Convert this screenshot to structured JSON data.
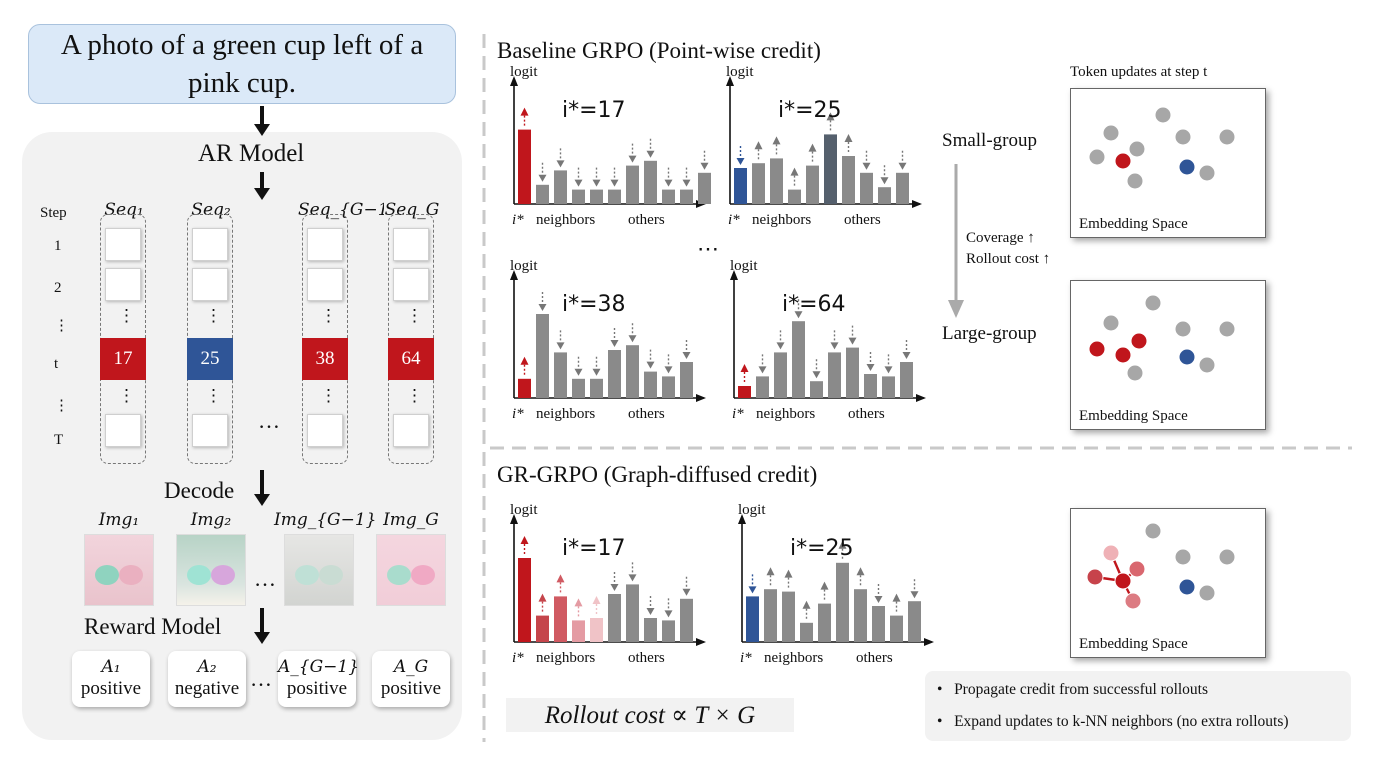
{
  "prompt": "A photo of a green cup left of a pink cup.",
  "left": {
    "ar_model": "AR Model",
    "step_header": "Step",
    "step_labels": [
      "1",
      "2",
      "⋮",
      "t",
      "⋮",
      "T"
    ],
    "seq_labels": [
      "Seq₁",
      "Seq₂",
      "Seq_{G−1}",
      "Seq_G"
    ],
    "tokens": [
      "17",
      "25",
      "38",
      "64"
    ],
    "ellipsis": "…",
    "decode": "Decode",
    "img_labels": [
      "Img₁",
      "Img₂",
      "Img_{G−1}",
      "Img_G"
    ],
    "reward_model": "Reward Model",
    "rewards": [
      {
        "adv": "A₁",
        "label": "positive"
      },
      {
        "adv": "A₂",
        "label": "negative"
      },
      {
        "adv": "A_{G−1}",
        "label": "positive"
      },
      {
        "adv": "A_G",
        "label": "positive"
      }
    ]
  },
  "baseline": {
    "title": "Baseline GRPO (Point-wise credit)",
    "charts": [
      {
        "istar": "i*=17",
        "target_color": "red"
      },
      {
        "istar": "i*=25",
        "target_color": "blue"
      },
      {
        "istar": "i*=38",
        "target_color": "red"
      },
      {
        "istar": "i*=64",
        "target_color": "red"
      }
    ],
    "small_group": "Small-group",
    "large_group": "Large-group",
    "coverage": "Coverage ↑",
    "rollout_cost": "Rollout cost ↑",
    "token_updates": "Token updates at step t",
    "embedding_space": "Embedding Space",
    "vdots": "⋯"
  },
  "chart_common": {
    "axis_label": "logit",
    "x_labels": [
      "i*",
      "neighbors",
      "others"
    ]
  },
  "gr": {
    "title": "GR-GRPO (Graph-diffused credit)",
    "charts": [
      {
        "istar": "i*=17",
        "target_color": "red"
      },
      {
        "istar": "i*=25",
        "target_color": "blue"
      }
    ],
    "embedding_space": "Embedding Space",
    "rollout_formula": "Rollout cost ∝ T × G",
    "bullets": [
      "Propagate credit from successful rollouts",
      "Expand updates to k-NN neighbors (no extra rollouts)"
    ]
  },
  "colors": {
    "red": "#c0161c",
    "blue": "#2f5597",
    "gray": "#8a8a8a",
    "prompt_bg": "#dbe9f8"
  }
}
